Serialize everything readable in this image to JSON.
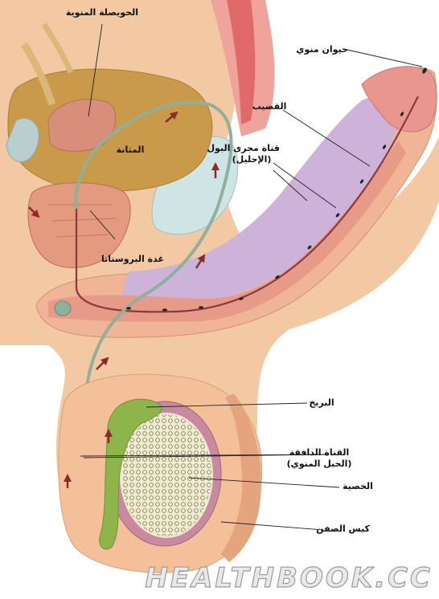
{
  "labels": {
    "seminal_vesicle": "الحويصلة المنوية",
    "bladder": "المثانة",
    "sperm": "حيوان منوي",
    "penis": "القضيب",
    "urethra_line1": "قناة مجرى البول",
    "urethra_line2": "(الإحليل)",
    "prostate": "غدة البروستاتا",
    "epididymis": "البربخ",
    "vas_line1": "القناة الدافقة",
    "vas_line2": "(الحبل المنوي)",
    "testis": "الخصية",
    "scrotum": "كيس الصفن"
  },
  "watermark": "HEALTHBOOK.CC",
  "colors": {
    "skin": "#f3c9a4",
    "skin_dark": "#e4a47e",
    "bladder": "#c99a4a",
    "corpus_cavernosum": "#cdb3d9",
    "urethra_tissue": "#e79a88",
    "vas_deferens": "#8fb09a",
    "epididymis": "#8eb54a",
    "testis": "#c98aa0",
    "bone": "#cfe4e4",
    "arrow": "#8b2a2a"
  },
  "icons": [
    "sperm-icon",
    "flow-arrow-icon"
  ]
}
